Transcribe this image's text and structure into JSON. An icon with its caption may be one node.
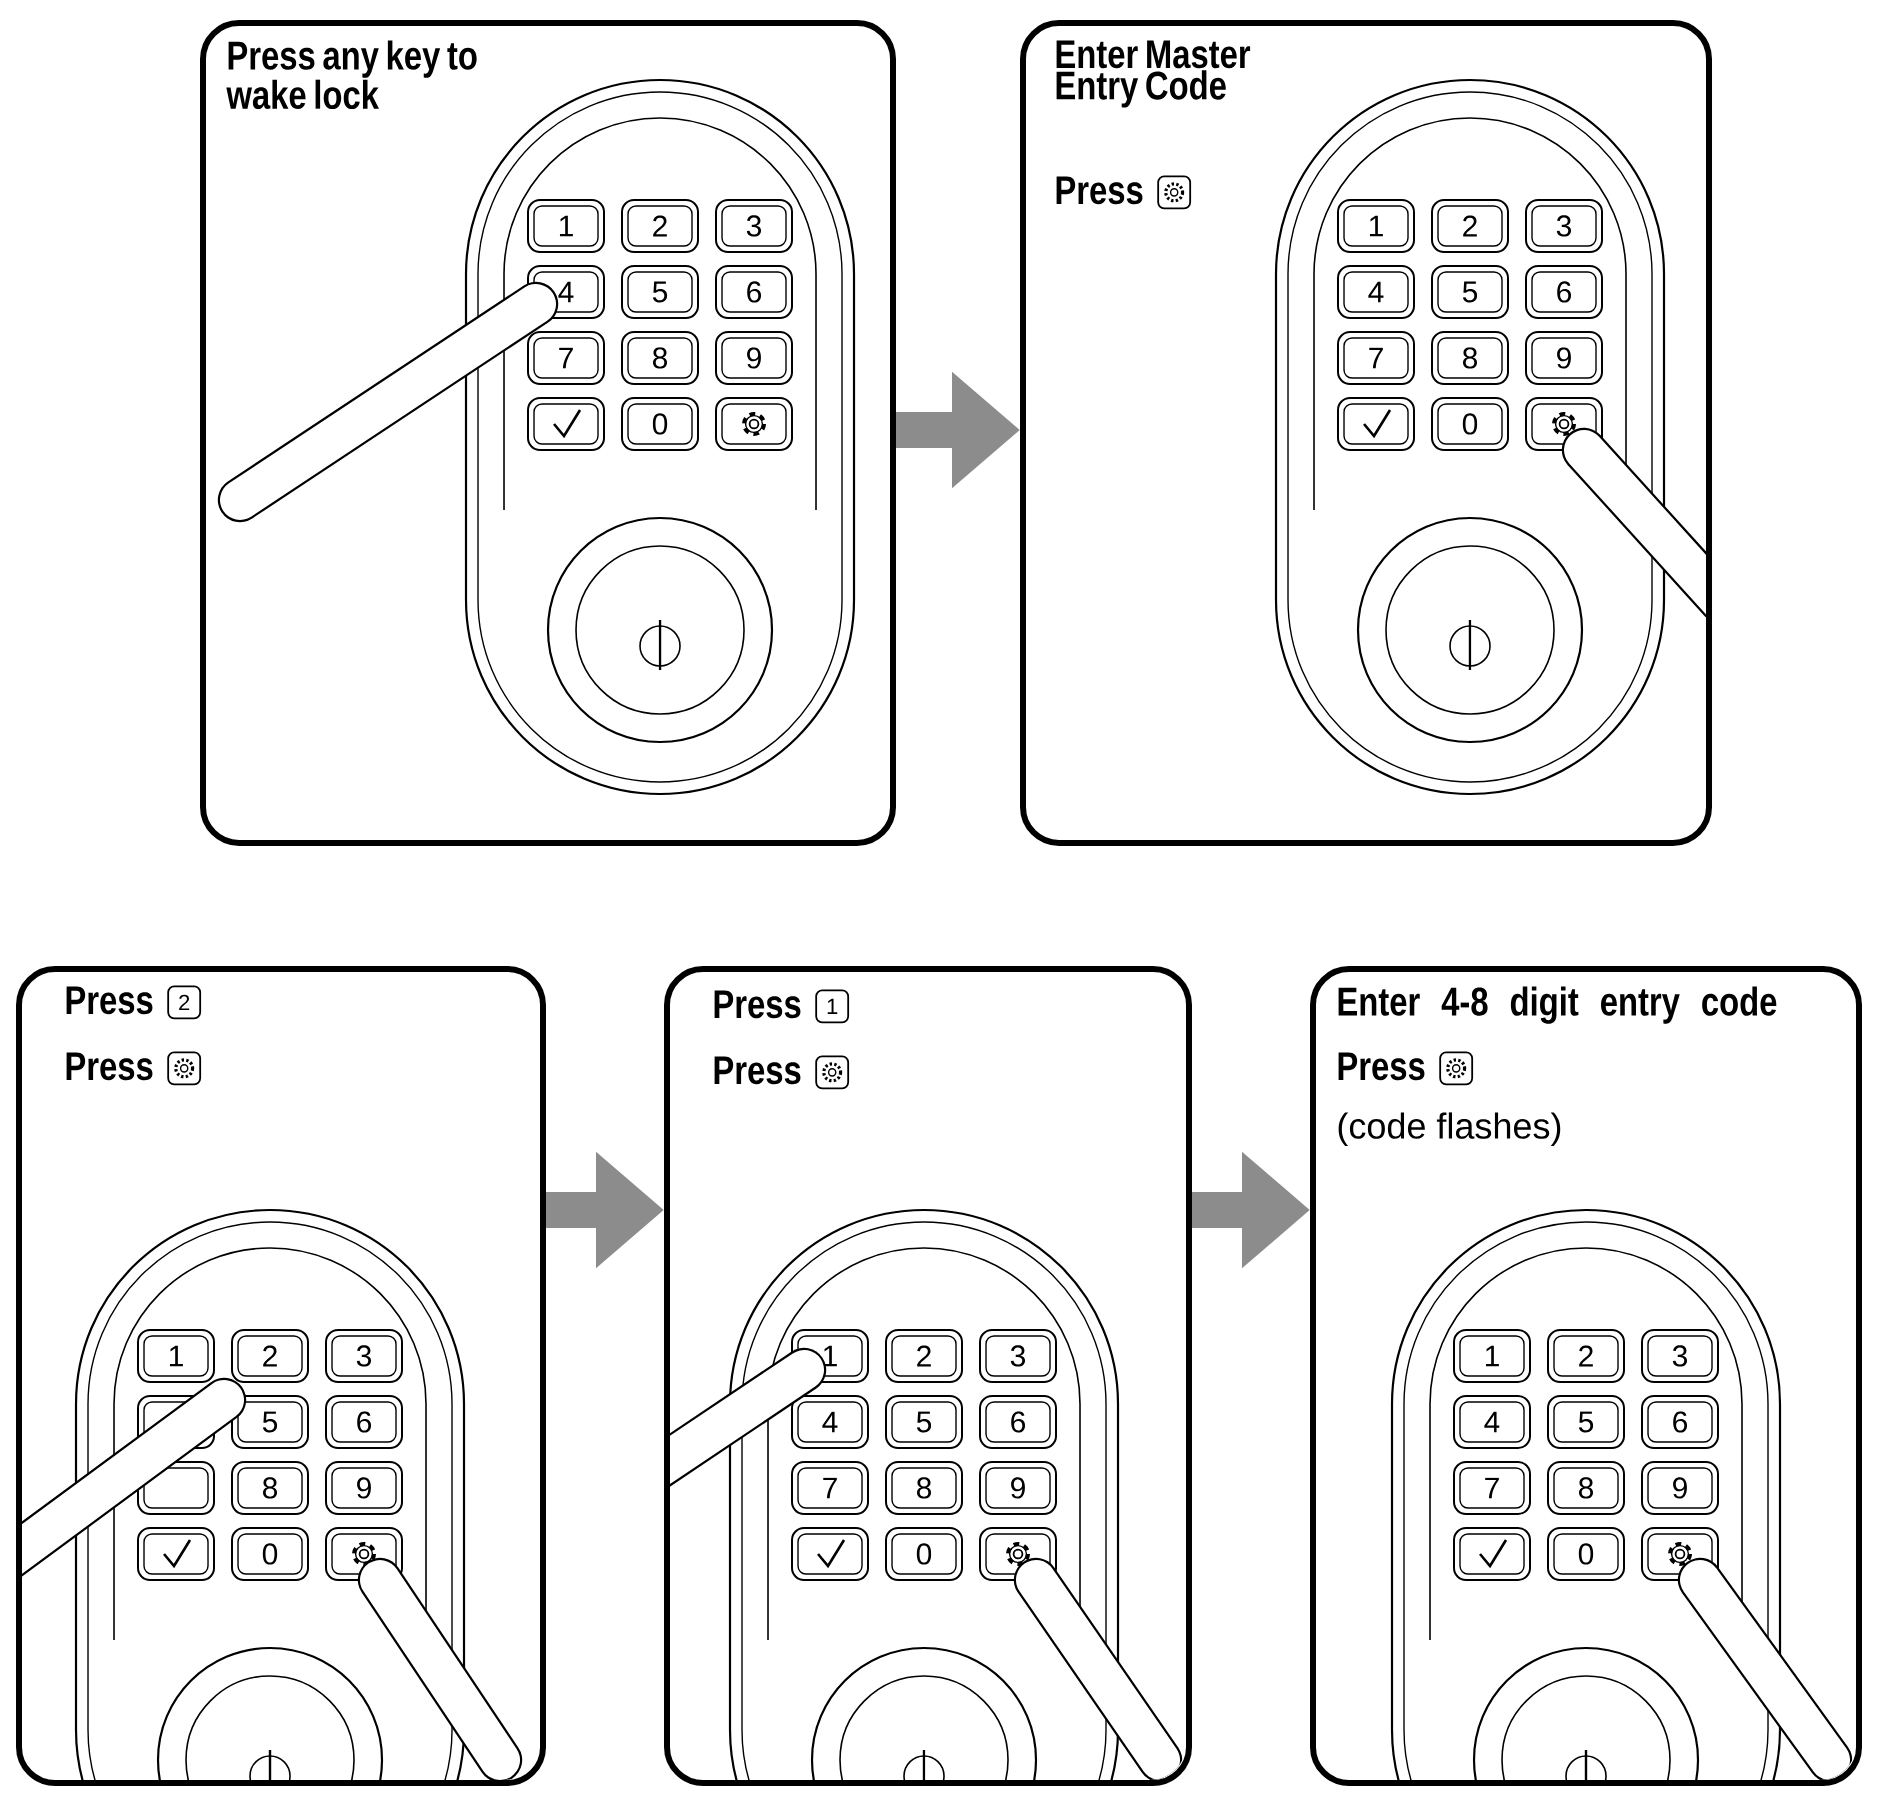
{
  "diagram": {
    "nodes": [
      {
        "text": [
          "Press any key to wake lock"
        ]
      },
      {
        "text": [
          "Enter Master Entry Code",
          "Press"
        ]
      },
      {
        "text": [
          "Press",
          "Press"
        ]
      },
      {
        "text": [
          "Press",
          "Press"
        ]
      },
      {
        "text": [
          "Enter 4-8 digit entry code",
          "Press",
          "(code flashes)"
        ]
      }
    ],
    "edges": [
      {
        "from": 0,
        "to": 1,
        "arrow": "to"
      },
      {
        "from": 2,
        "to": 3,
        "arrow": "to"
      },
      {
        "from": 3,
        "to": 4,
        "arrow": "to"
      }
    ],
    "labels": [
      "1",
      "2",
      "3",
      "4",
      "5",
      "6",
      "7",
      "8",
      "9",
      "0",
      "1",
      "2",
      "3",
      "4",
      "5",
      "6",
      "7",
      "8",
      "9",
      "0",
      "2",
      "1",
      "2",
      "3",
      "5",
      "6",
      "8",
      "9",
      "0",
      "1",
      "1",
      "2",
      "3",
      "4",
      "5",
      "6",
      "7",
      "8",
      "9",
      "0",
      "1",
      "2",
      "3",
      "4",
      "5",
      "6",
      "7",
      "8",
      "9",
      "0"
    ]
  }
}
